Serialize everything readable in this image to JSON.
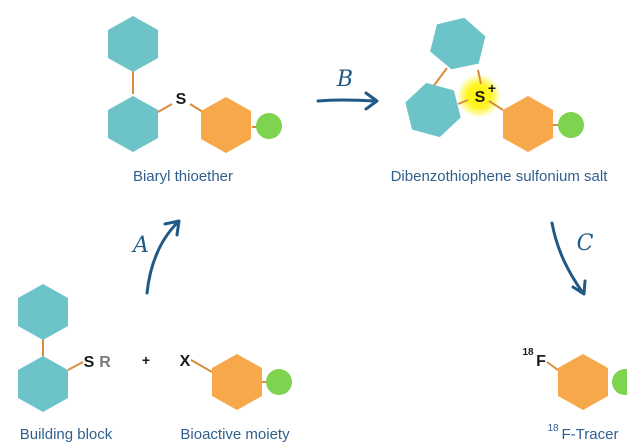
{
  "captions": {
    "biaryl_thioether": "Biaryl thioether",
    "sulfonium_salt": "Dibenzothiophene sulfonium salt",
    "building_block": "Building block",
    "bioactive_moiety": "Bioactive moiety",
    "tracer_mass": "18",
    "tracer_name": "F-Tracer"
  },
  "atoms": {
    "sulfur": "S",
    "sulfonium_s": "S",
    "sulfonium_charge": "+",
    "sr_s": "S",
    "sr_r": "R",
    "leaving_group": "X",
    "fluorine_mass": "18",
    "fluorine": "F"
  },
  "operators": {
    "plus": "+"
  },
  "steps": {
    "a": "A",
    "b": "B",
    "c": "C"
  },
  "colors": {
    "building_block_ring": "#6dc4c8",
    "bioactive_ring": "#f7a84a",
    "bioactive_dot": "#7ed34f",
    "arrow": "#1f5a86",
    "caption_text": "#2f5f8f",
    "sulfonium_glow": "#fff200"
  }
}
